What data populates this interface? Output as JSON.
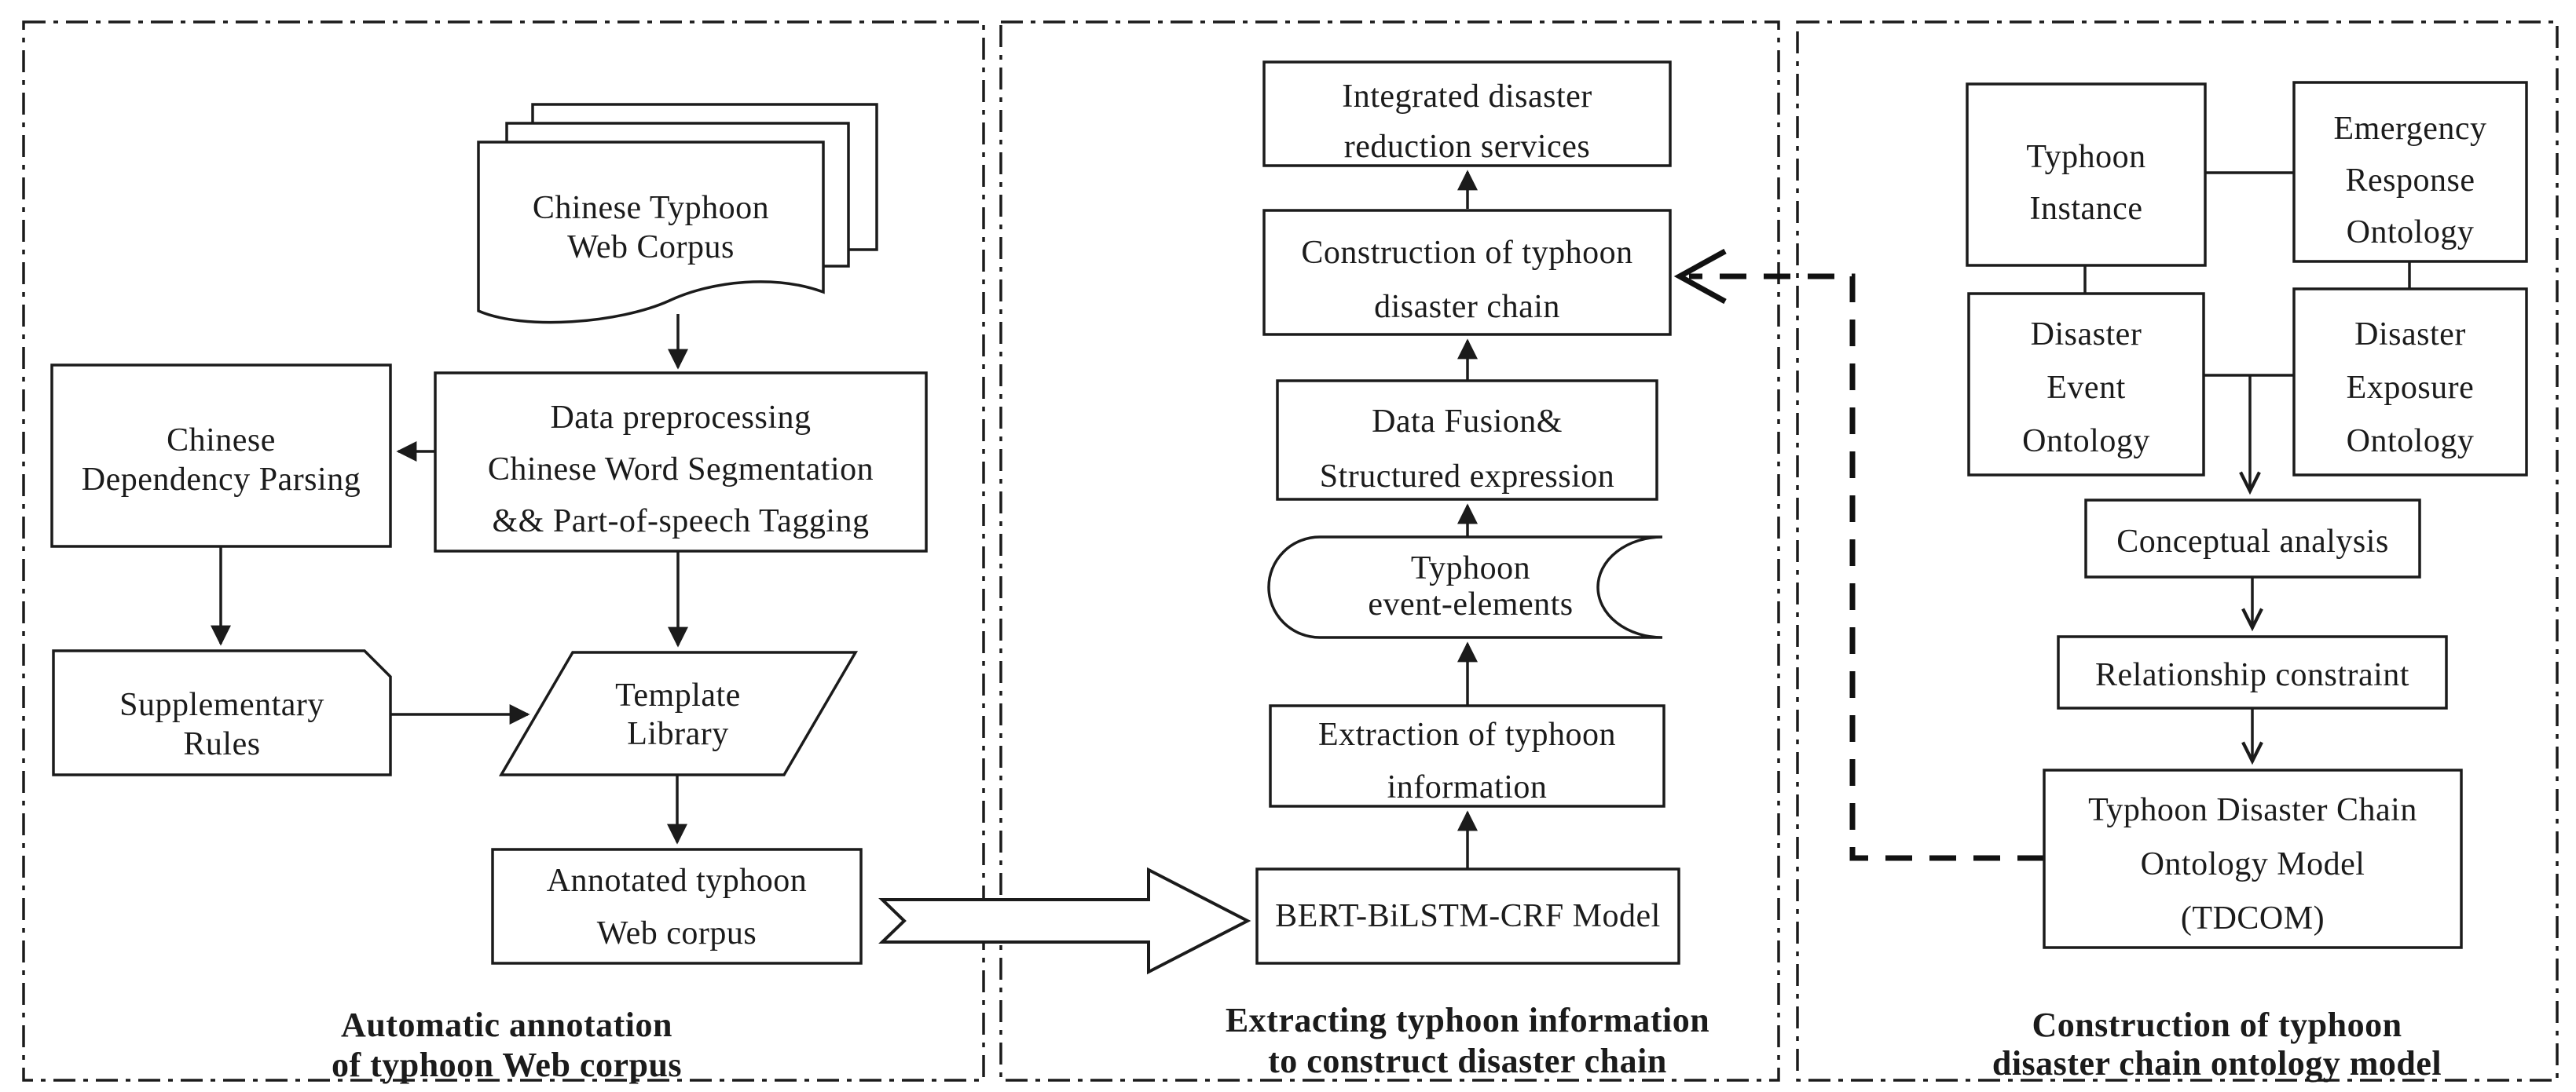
{
  "colors": {
    "ink": "#1b1b1b",
    "background": "#ffffff"
  },
  "panels": [
    {
      "caption": {
        "line1": "Automatic annotation",
        "line2": "of typhoon Web corpus"
      },
      "nodes": {
        "web_corpus": {
          "line1": "Chinese Typhoon",
          "line2": "Web Corpus"
        },
        "preprocessing": {
          "line1": "Data preprocessing",
          "line2": "Chinese Word Segmentation",
          "line3": "&& Part-of-speech Tagging"
        },
        "dependency_parsing": {
          "line1": "Chinese",
          "line2": "Dependency Parsing"
        },
        "supplementary_rules": {
          "line1": "Supplementary",
          "line2": "Rules"
        },
        "template_library": {
          "line1": "Template",
          "line2": "Library"
        },
        "annotated_corpus": {
          "line1": "Annotated typhoon",
          "line2": "Web corpus"
        }
      }
    },
    {
      "caption": {
        "line1": "Extracting typhoon information",
        "line2": "to construct disaster chain"
      },
      "nodes": {
        "reduction_services": {
          "line1": "Integrated disaster",
          "line2": "reduction services"
        },
        "chain_construction": {
          "line1": "Construction of typhoon",
          "line2": "disaster chain"
        },
        "data_fusion": {
          "line1": "Data Fusion&",
          "line2": "Structured expression"
        },
        "event_elements": {
          "line1": "Typhoon",
          "line2": "event-elements"
        },
        "extraction": {
          "line1": "Extraction of typhoon",
          "line2": "information"
        },
        "bert_model": {
          "line1": "BERT-BiLSTM-CRF Model"
        }
      }
    },
    {
      "caption": {
        "line1": "Construction of typhoon",
        "line2": "disaster chain ontology model"
      },
      "nodes": {
        "typhoon_instance": {
          "line1": "Typhoon",
          "line2": "Instance"
        },
        "emergency_response": {
          "line1": "Emergency",
          "line2": "Response",
          "line3": "Ontology"
        },
        "disaster_event": {
          "line1": "Disaster",
          "line2": "Event",
          "line3": "Ontology"
        },
        "disaster_exposure": {
          "line1": "Disaster",
          "line2": "Exposure",
          "line3": "Ontology"
        },
        "conceptual_analysis": {
          "line1": "Conceptual analysis"
        },
        "relationship_constraint": {
          "line1": "Relationship constraint"
        },
        "tdcom": {
          "line1": "Typhoon Disaster Chain",
          "line2": "Ontology Model",
          "line3": "(TDCOM)"
        }
      }
    }
  ]
}
